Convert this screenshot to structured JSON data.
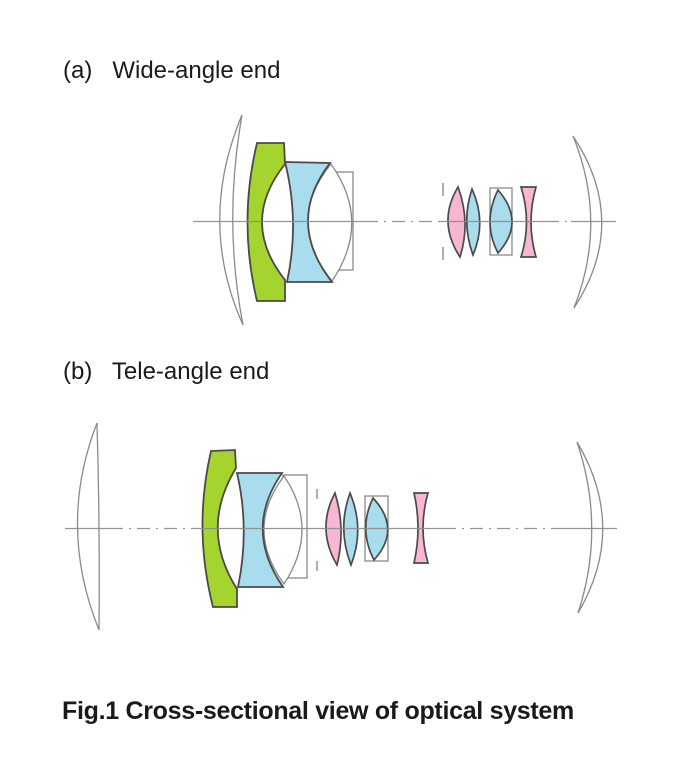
{
  "panel_a": {
    "label": "(a)   Wide-angle end"
  },
  "panel_b": {
    "label": "(b)   Tele-angle end"
  },
  "caption": "Fig.1 Cross-sectional view of optical system",
  "colors": {
    "lens_green": "#a6d42e",
    "lens_blue": "#a9dcec",
    "lens_pink": "#f7b7d2",
    "outline_dark": "#4a4a4a",
    "outline_glass": "#8a8a8a",
    "axis_gray": "#8c8c8c",
    "text": "#1a1a1a",
    "background": "#ffffff"
  },
  "diagram": {
    "type": "optical-cross-section",
    "panels": [
      {
        "id": "a",
        "name": "Wide-angle end",
        "elements": [
          "front glass meniscus",
          "green meniscus lens",
          "blue biconcave lens",
          "cemented biconvex glass lens",
          "flat glass element",
          "aperture stop",
          "pink meniscus lens",
          "small blue biconvex lens",
          "flat element with blue biconvex lens",
          "pink biconcave lens",
          "rear glass meniscus"
        ]
      },
      {
        "id": "b",
        "name": "Tele-angle end",
        "elements": [
          "front glass meniscus",
          "green meniscus lens",
          "blue biconcave lens",
          "cemented biconvex glass lens",
          "flat glass element",
          "aperture stop",
          "pink meniscus lens",
          "small blue biconvex lens",
          "flat element with blue biconvex lens",
          "pink biconcave lens",
          "rear glass meniscus"
        ]
      }
    ]
  }
}
